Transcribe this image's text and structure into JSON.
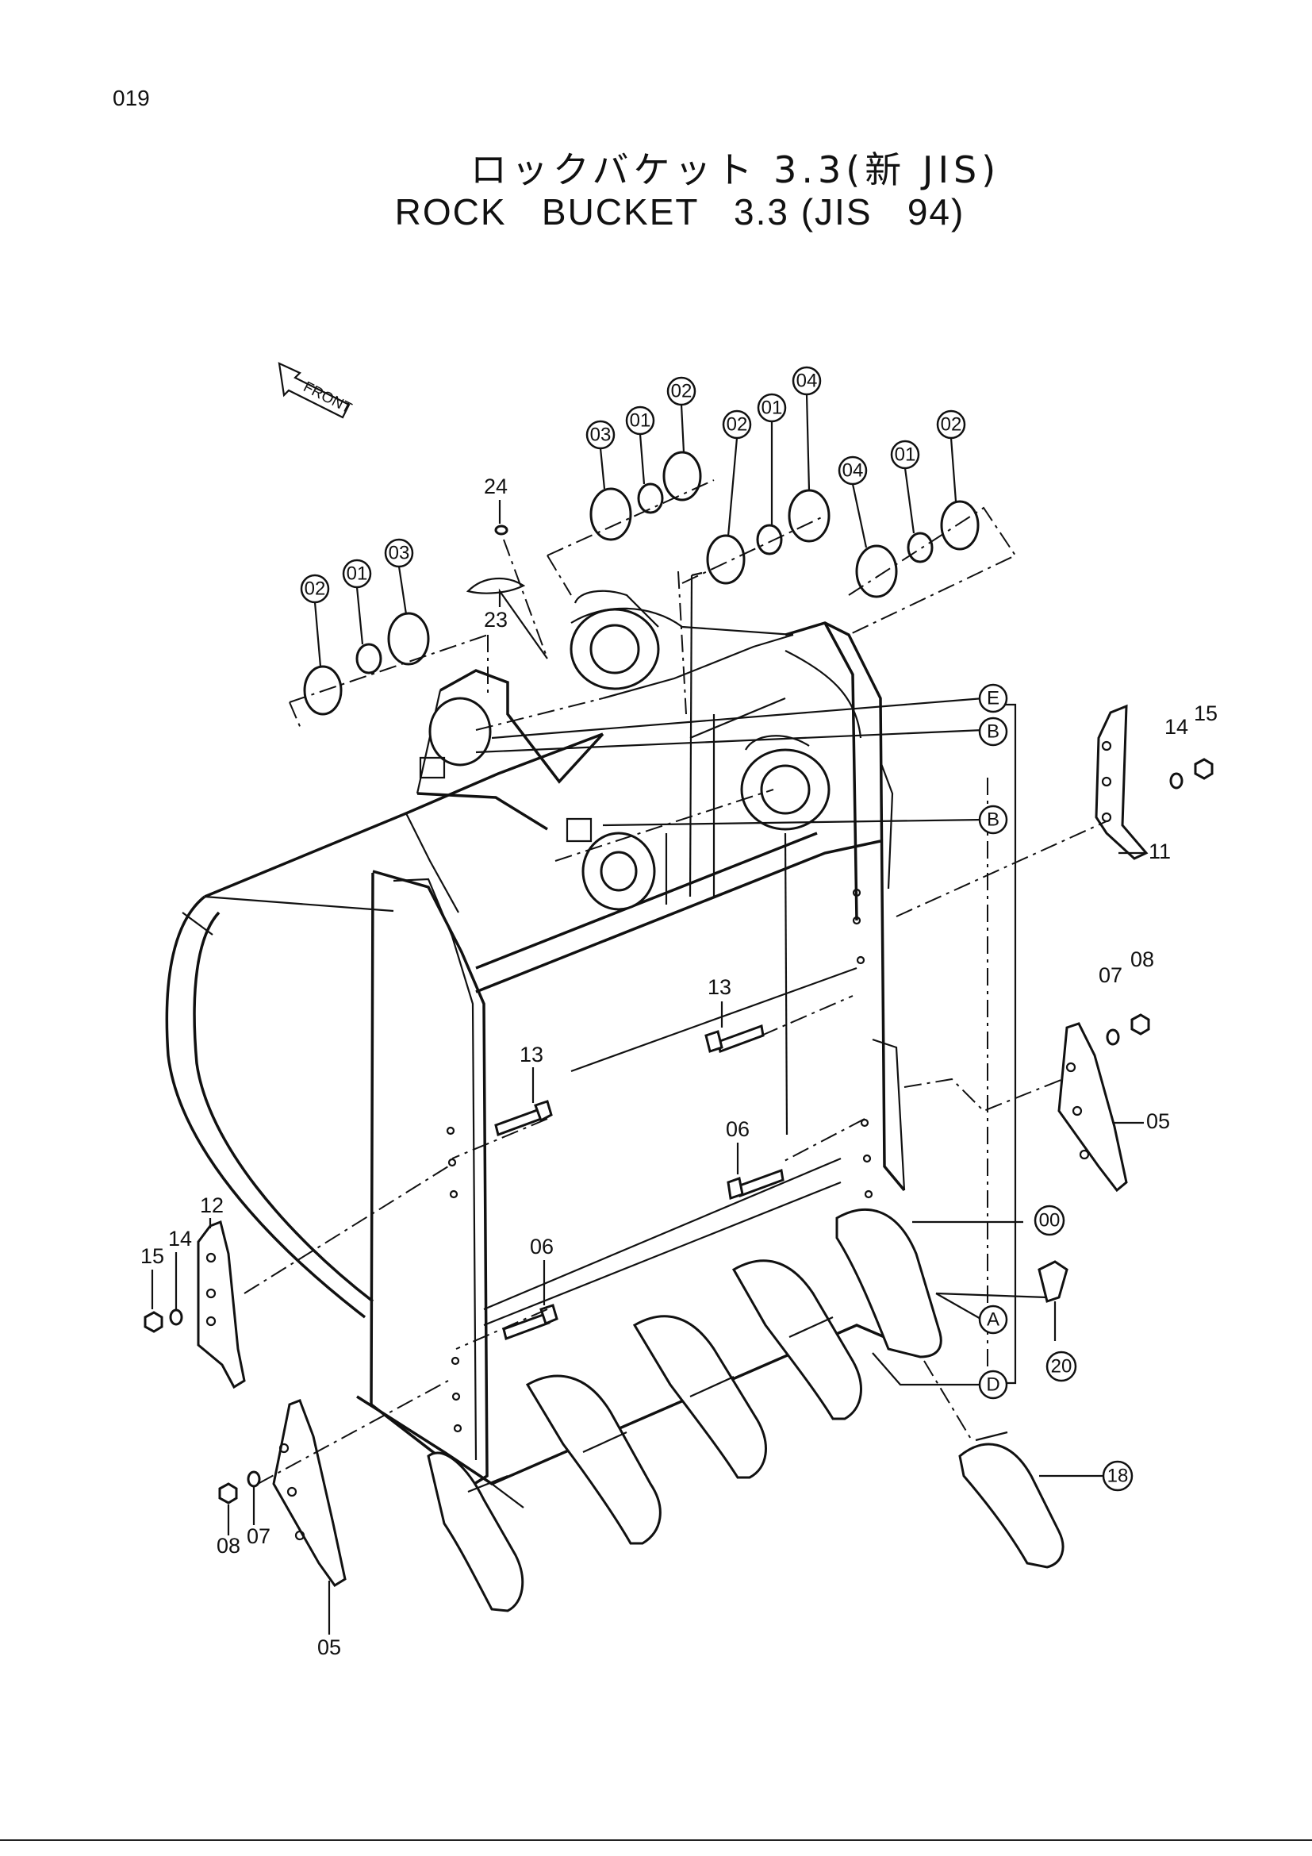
{
  "page_number": "019",
  "title_jp": "ロックバケット 3.3(新 JIS)",
  "title_en": "ROCK   BUCKET   3.3 (JIS   94)",
  "front_label": "FRONT",
  "callouts": {
    "c01a": "01",
    "c01b": "01",
    "c01c": "01",
    "c01d": "01",
    "c02a": "02",
    "c02b": "02",
    "c02c": "02",
    "c02d": "02",
    "c03a": "03",
    "c03b": "03",
    "c04a": "04",
    "c04b": "04",
    "c00": "00",
    "c18": "18",
    "c20": "20"
  },
  "ref_letters": {
    "A": "A",
    "B1": "B",
    "B2": "B",
    "D": "D",
    "E": "E"
  },
  "labels": {
    "l05a": "05",
    "l05b": "05",
    "l06a": "06",
    "l06b": "06",
    "l07a": "07",
    "l07b": "07",
    "l08a": "08",
    "l08b": "08",
    "l11": "11",
    "l12": "12",
    "l13a": "13",
    "l13b": "13",
    "l14a": "14",
    "l14b": "14",
    "l15a": "15",
    "l15b": "15",
    "l23": "23",
    "l24": "24"
  }
}
